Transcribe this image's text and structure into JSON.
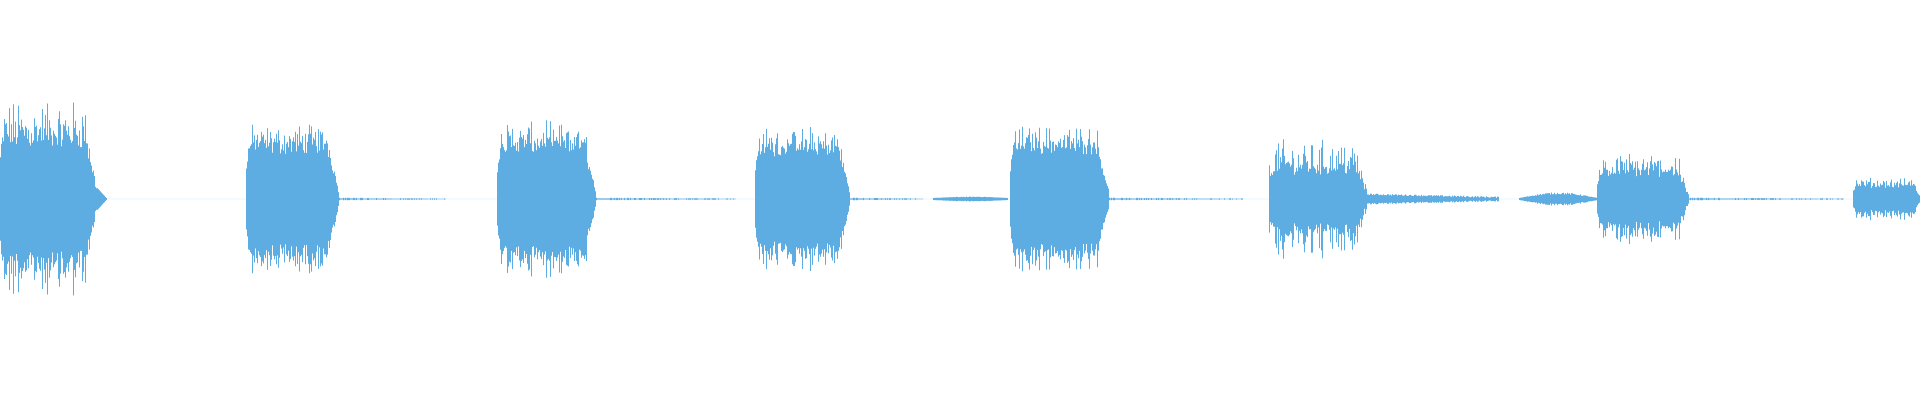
{
  "waveform": {
    "color": "#5dade2",
    "background": "#ffffff",
    "duration_fraction_shown": 1.0,
    "segments": [
      {
        "start": 0.0,
        "end": 0.05,
        "peak": 0.75,
        "body": 0.45,
        "tail": "fade"
      },
      {
        "start": 0.128,
        "end": 0.176,
        "peak": 0.56,
        "body": 0.4,
        "tail": "thin",
        "tail_end": 0.232
      },
      {
        "start": 0.259,
        "end": 0.31,
        "peak": 0.58,
        "body": 0.4,
        "tail": "thin",
        "tail_end": 0.383
      },
      {
        "start": 0.393,
        "end": 0.442,
        "peak": 0.53,
        "body": 0.38,
        "tail": "thin",
        "tail_end": 0.48
      },
      {
        "start": 0.526,
        "end": 0.577,
        "peak": 0.55,
        "body": 0.4,
        "tail": "thin",
        "tail_end": 0.647
      },
      {
        "start": 0.661,
        "end": 0.712,
        "peak": 0.45,
        "body": 0.22,
        "tail": "hum",
        "tail_end": 0.78
      },
      {
        "start": 0.832,
        "end": 0.879,
        "peak": 0.35,
        "body": 0.2,
        "tail": "thin",
        "tail_end": 0.96
      },
      {
        "start": 0.965,
        "end": 1.0,
        "peak": 0.16,
        "body": 0.1,
        "tail": "none"
      }
    ],
    "pre_hums": [
      {
        "start": 0.791,
        "end": 0.832,
        "level": 0.04
      },
      {
        "start": 0.486,
        "end": 0.525,
        "level": 0.01
      }
    ]
  }
}
